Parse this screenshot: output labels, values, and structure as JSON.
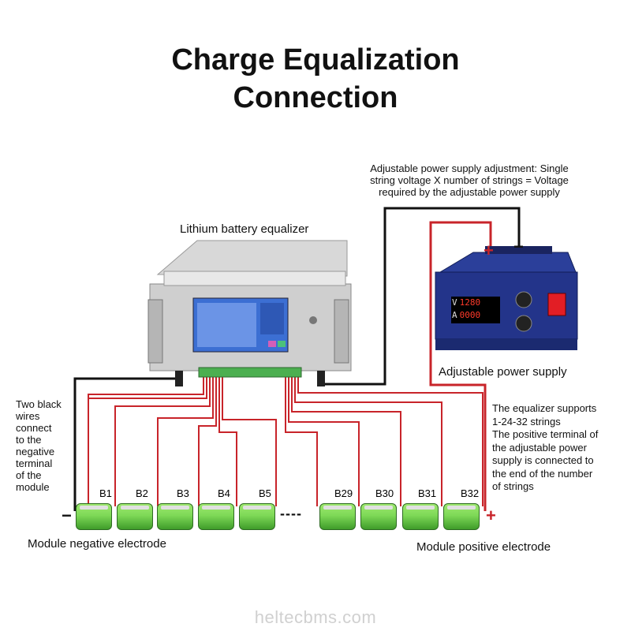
{
  "title": {
    "line1": "Charge Equalization",
    "line2": "Connection"
  },
  "notes": {
    "supply_adjust": [
      "Adjustable power supply adjustment: Single",
      "string voltage X number of strings = Voltage",
      "required by the adjustable power supply"
    ],
    "two_wires": [
      "Two black",
      "wires",
      "connect",
      "to the",
      "negative",
      "terminal",
      "of the",
      "module"
    ],
    "equalizer_supports": [
      "The equalizer supports",
      "1-24-32 strings",
      "The positive terminal of",
      "the adjustable power",
      "supply is connected to",
      "the end of the number",
      "of strings"
    ]
  },
  "labels": {
    "equalizer": "Lithium battery equalizer",
    "supply": "Adjustable power supply",
    "neg_electrode": "Module negative electrode",
    "pos_electrode": "Module positive electrode"
  },
  "cells": [
    "B1",
    "B2",
    "B3",
    "B4",
    "B5",
    "B29",
    "B30",
    "B31",
    "B32"
  ],
  "signs": {
    "plus": "+",
    "minus": "−",
    "ellipsis": "----"
  },
  "supply_display": {
    "volts": "1280",
    "amps": "0000",
    "v_unit": "V",
    "a_unit": "A"
  },
  "watermark": "heltecbms.com",
  "colors": {
    "red_wire": "#c8242a",
    "black_wire": "#111111",
    "cell_green": "#7ed957",
    "supply_blue": "#2b3f9a"
  }
}
